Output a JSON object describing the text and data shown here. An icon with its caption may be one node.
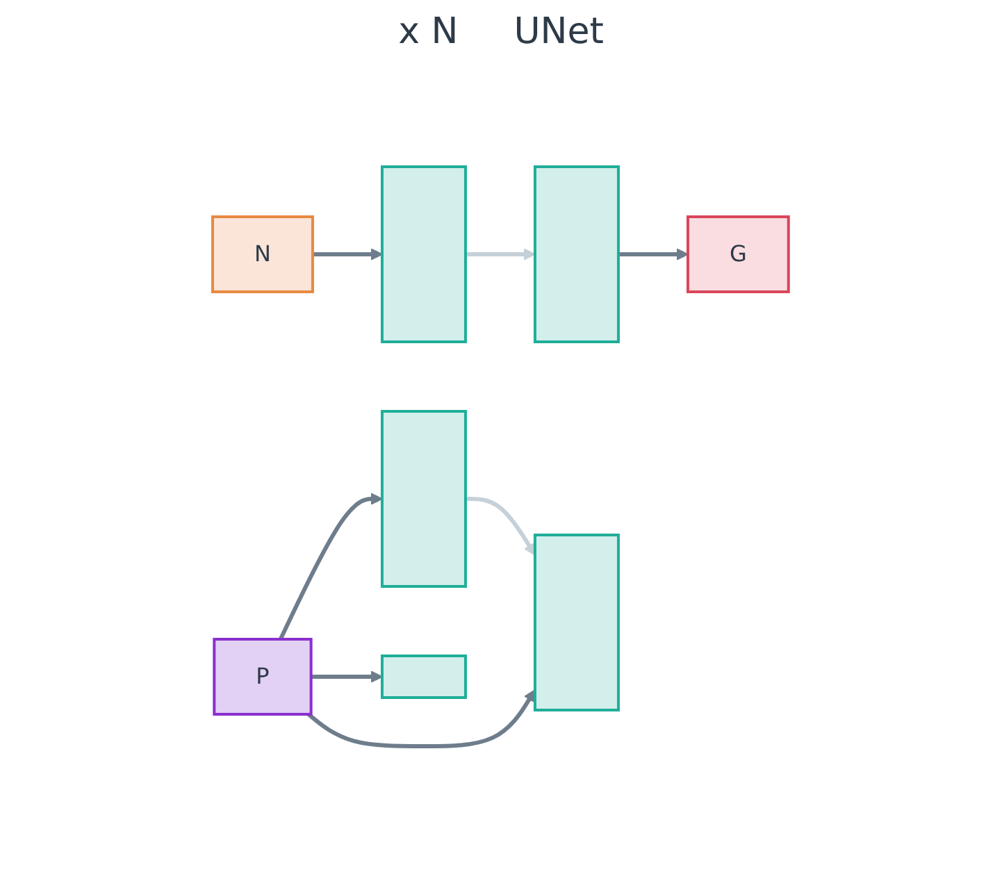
{
  "diagram": {
    "nodes": [
      {
        "text": [
          "N"
        ]
      },
      {
        "text": [],
        "shape": "bar"
      },
      {
        "text": [],
        "shape": "bar"
      },
      {
        "text": [
          "G"
        ]
      },
      {
        "text": [],
        "shape": "bar"
      },
      {
        "text": [],
        "shape": "bar"
      },
      {
        "text": [],
        "shape": "box"
      },
      {
        "text": [
          "P"
        ]
      }
    ],
    "edges": [
      {
        "from": 0,
        "to": 1,
        "arrow": "to"
      },
      {
        "from": 1,
        "to": 2,
        "arrow": "to",
        "color": "#c5d0d8"
      },
      {
        "from": 4,
        "to": 5,
        "arrow": "to",
        "color": "#c5d0d8"
      },
      {
        "from": 2,
        "to": 3,
        "arrow": "to"
      },
      {
        "from": 7,
        "to": 4,
        "arrow": "to"
      },
      {
        "from": 7,
        "to": 6,
        "arrow": "to"
      },
      {
        "from": 7,
        "to": 5,
        "arrow": "to"
      }
    ],
    "labels": [
      "x N",
      "UNet"
    ]
  }
}
